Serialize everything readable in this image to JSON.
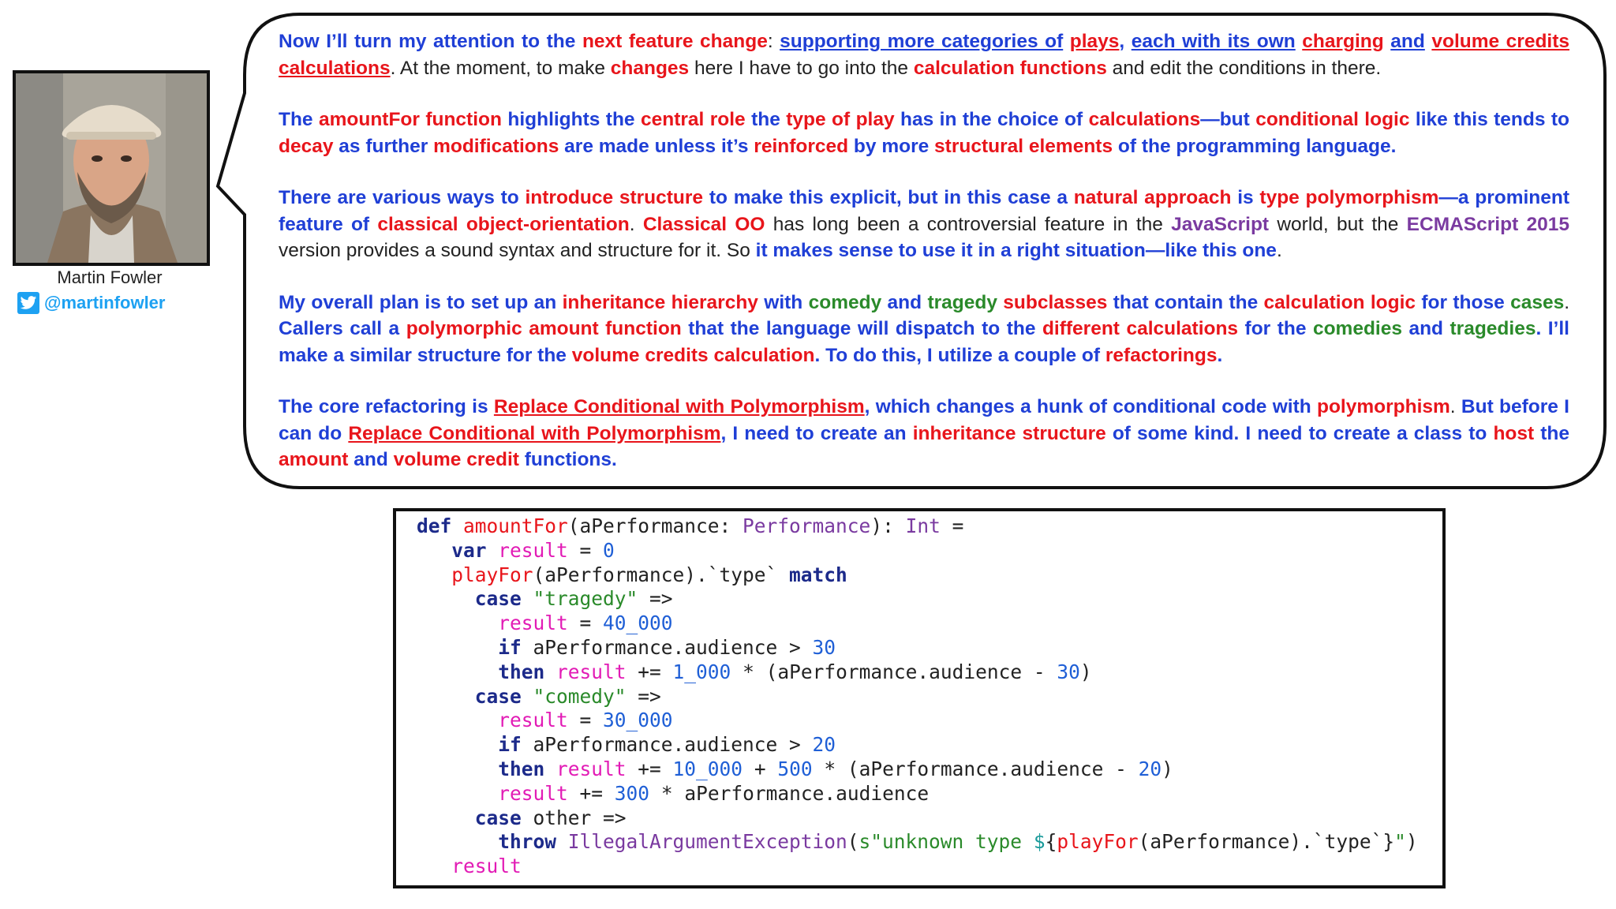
{
  "author": {
    "name": "Martin Fowler",
    "handle": "@martinfowler"
  },
  "colors": {
    "blue": "#1f3fd6",
    "red": "#e8151b",
    "green": "#2a8a2a",
    "purple": "#7a3aa0",
    "twitter": "#1da1f2"
  },
  "paragraphs": [
    [
      {
        "t": "Now I’ll turn my attention to the ",
        "c": "b"
      },
      {
        "t": "next feature change",
        "c": "r"
      },
      {
        "t": ": ",
        "c": "k"
      },
      {
        "t": "supporting more categories of",
        "c": "b u"
      },
      {
        "t": " ",
        "c": "k"
      },
      {
        "t": "plays",
        "c": "r u"
      },
      {
        "t": ", ",
        "c": "b"
      },
      {
        "t": "each with its own",
        "c": "b u"
      },
      {
        "t": " ",
        "c": "k"
      },
      {
        "t": "charging",
        "c": "r u"
      },
      {
        "t": " ",
        "c": "k"
      },
      {
        "t": "and",
        "c": "b u"
      },
      {
        "t": " ",
        "c": "k"
      },
      {
        "t": "volume credits calculations",
        "c": "r u"
      },
      {
        "t": ". At the moment, to make ",
        "c": "k"
      },
      {
        "t": "changes",
        "c": "r"
      },
      {
        "t": " here I have to go into the ",
        "c": "k"
      },
      {
        "t": "calculation functions",
        "c": "r"
      },
      {
        "t": " and edit the conditions in there.",
        "c": "k"
      }
    ],
    [
      {
        "t": "The ",
        "c": "b"
      },
      {
        "t": "amountFor function",
        "c": "r"
      },
      {
        "t": " highlights the ",
        "c": "b"
      },
      {
        "t": "central role",
        "c": "r"
      },
      {
        "t": " the ",
        "c": "b"
      },
      {
        "t": "type of play",
        "c": "r"
      },
      {
        "t": " has in the choice of ",
        "c": "b"
      },
      {
        "t": "calculations",
        "c": "r"
      },
      {
        "t": "—but ",
        "c": "b"
      },
      {
        "t": "conditional logic",
        "c": "r"
      },
      {
        "t": " like this tends to ",
        "c": "b"
      },
      {
        "t": "decay",
        "c": "r"
      },
      {
        "t": " as further ",
        "c": "b"
      },
      {
        "t": "modifications",
        "c": "r"
      },
      {
        "t": " are made unless it’s ",
        "c": "b"
      },
      {
        "t": "reinforced",
        "c": "r"
      },
      {
        "t": " by more ",
        "c": "b"
      },
      {
        "t": "structural elements",
        "c": "r"
      },
      {
        "t": " of the programming language.",
        "c": "b"
      }
    ],
    [
      {
        "t": "There are various ways to ",
        "c": "b"
      },
      {
        "t": "introduce structure",
        "c": "r"
      },
      {
        "t": " to make this explicit, but in this case a ",
        "c": "b"
      },
      {
        "t": "natural approach",
        "c": "r"
      },
      {
        "t": " is ",
        "c": "b"
      },
      {
        "t": "type polymorphism",
        "c": "r"
      },
      {
        "t": "—a prominent feature of ",
        "c": "b"
      },
      {
        "t": "classical object-orientation",
        "c": "r"
      },
      {
        "t": ". ",
        "c": "k"
      },
      {
        "t": "Classical OO",
        "c": "r"
      },
      {
        "t": " has long been a controversial feature in the ",
        "c": "k"
      },
      {
        "t": "JavaScript",
        "c": "p"
      },
      {
        "t": " world, but the ",
        "c": "k"
      },
      {
        "t": "ECMAScript 2015",
        "c": "p"
      },
      {
        "t": " version provides a sound syntax and structure for it. So ",
        "c": "k"
      },
      {
        "t": "it makes sense to use it in a right situation—like this one",
        "c": "b"
      },
      {
        "t": ".",
        "c": "k"
      }
    ],
    [
      {
        "t": "My overall plan is to set up an ",
        "c": "b"
      },
      {
        "t": "inheritance hierarchy",
        "c": "r"
      },
      {
        "t": " with ",
        "c": "b"
      },
      {
        "t": "comedy",
        "c": "g"
      },
      {
        "t": " and ",
        "c": "b"
      },
      {
        "t": "tragedy",
        "c": "g"
      },
      {
        "t": " ",
        "c": "b"
      },
      {
        "t": "subclasses",
        "c": "r"
      },
      {
        "t": " that contain the ",
        "c": "b"
      },
      {
        "t": "calculation logic",
        "c": "r"
      },
      {
        "t": " for those ",
        "c": "b"
      },
      {
        "t": "cases",
        "c": "g"
      },
      {
        "t": ". ",
        "c": "k"
      },
      {
        "t": "Callers call a ",
        "c": "b"
      },
      {
        "t": "polymorphic amount function",
        "c": "r"
      },
      {
        "t": " that the language will dispatch to the ",
        "c": "b"
      },
      {
        "t": "different calculations",
        "c": "r"
      },
      {
        "t": " for the ",
        "c": "b"
      },
      {
        "t": "comedies",
        "c": "g"
      },
      {
        "t": " and ",
        "c": "b"
      },
      {
        "t": "tragedies",
        "c": "g"
      },
      {
        "t": ". I’ll make a similar structure for the ",
        "c": "b"
      },
      {
        "t": "volume credits calculation",
        "c": "r"
      },
      {
        "t": ". To do this, I utilize a couple of ",
        "c": "b"
      },
      {
        "t": "refactorings",
        "c": "r"
      },
      {
        "t": ".",
        "c": "b"
      }
    ],
    [
      {
        "t": "The core refactoring is ",
        "c": "b"
      },
      {
        "t": "Replace Conditional with Polymorphism",
        "c": "r u"
      },
      {
        "t": ", which changes a hunk of conditional code with ",
        "c": "b"
      },
      {
        "t": "polymorphism",
        "c": "r"
      },
      {
        "t": ". ",
        "c": "k"
      },
      {
        "t": "But before I can do ",
        "c": "b"
      },
      {
        "t": "Replace Conditional with Polymorphism",
        "c": "r u"
      },
      {
        "t": ", I need to create an ",
        "c": "b"
      },
      {
        "t": "inheritance structure",
        "c": "r"
      },
      {
        "t": " of some kind. I need to create a class to ",
        "c": "b"
      },
      {
        "t": "host",
        "c": "r"
      },
      {
        "t": " the ",
        "c": "b"
      },
      {
        "t": "amount",
        "c": "r"
      },
      {
        "t": " and ",
        "c": "b"
      },
      {
        "t": "volume credit",
        "c": "r"
      },
      {
        "t": " functions.",
        "c": "b"
      }
    ]
  ],
  "code": [
    [
      {
        "t": "def ",
        "c": "ck"
      },
      {
        "t": "amountFor",
        "c": "cf"
      },
      {
        "t": "(aPerformance: ",
        "c": ""
      },
      {
        "t": "Performance",
        "c": "ct"
      },
      {
        "t": "): ",
        "c": ""
      },
      {
        "t": "Int",
        "c": "ct"
      },
      {
        "t": " =",
        "c": ""
      }
    ],
    [
      {
        "t": "   var ",
        "c": "ck"
      },
      {
        "t": "result",
        "c": "cv"
      },
      {
        "t": " = ",
        "c": ""
      },
      {
        "t": "0",
        "c": "cn"
      }
    ],
    [
      {
        "t": "   ",
        "c": ""
      },
      {
        "t": "playFor",
        "c": "cf"
      },
      {
        "t": "(aPerformance).`type` ",
        "c": ""
      },
      {
        "t": "match",
        "c": "ck"
      }
    ],
    [
      {
        "t": "     case ",
        "c": "ck"
      },
      {
        "t": "\"tragedy\"",
        "c": "cs"
      },
      {
        "t": " =>",
        "c": ""
      }
    ],
    [
      {
        "t": "       ",
        "c": ""
      },
      {
        "t": "result",
        "c": "cv"
      },
      {
        "t": " = ",
        "c": ""
      },
      {
        "t": "40_000",
        "c": "cn"
      }
    ],
    [
      {
        "t": "       if ",
        "c": "ck"
      },
      {
        "t": "aPerformance.audience > ",
        "c": ""
      },
      {
        "t": "30",
        "c": "cn"
      }
    ],
    [
      {
        "t": "       then ",
        "c": "ck"
      },
      {
        "t": "result",
        "c": "cv"
      },
      {
        "t": " += ",
        "c": ""
      },
      {
        "t": "1_000",
        "c": "cn"
      },
      {
        "t": " * (aPerformance.audience - ",
        "c": ""
      },
      {
        "t": "30",
        "c": "cn"
      },
      {
        "t": ")",
        "c": ""
      }
    ],
    [
      {
        "t": "     case ",
        "c": "ck"
      },
      {
        "t": "\"comedy\"",
        "c": "cs"
      },
      {
        "t": " =>",
        "c": ""
      }
    ],
    [
      {
        "t": "       ",
        "c": ""
      },
      {
        "t": "result",
        "c": "cv"
      },
      {
        "t": " = ",
        "c": ""
      },
      {
        "t": "30_000",
        "c": "cn"
      }
    ],
    [
      {
        "t": "       if ",
        "c": "ck"
      },
      {
        "t": "aPerformance.audience > ",
        "c": ""
      },
      {
        "t": "20",
        "c": "cn"
      }
    ],
    [
      {
        "t": "       then ",
        "c": "ck"
      },
      {
        "t": "result",
        "c": "cv"
      },
      {
        "t": " += ",
        "c": ""
      },
      {
        "t": "10_000",
        "c": "cn"
      },
      {
        "t": " + ",
        "c": ""
      },
      {
        "t": "500",
        "c": "cn"
      },
      {
        "t": " * (aPerformance.audience - ",
        "c": ""
      },
      {
        "t": "20",
        "c": "cn"
      },
      {
        "t": ")",
        "c": ""
      }
    ],
    [
      {
        "t": "       ",
        "c": ""
      },
      {
        "t": "result",
        "c": "cv"
      },
      {
        "t": " += ",
        "c": ""
      },
      {
        "t": "300",
        "c": "cn"
      },
      {
        "t": " * aPerformance.audience",
        "c": ""
      }
    ],
    [
      {
        "t": "     case ",
        "c": "ck"
      },
      {
        "t": "other =>",
        "c": ""
      }
    ],
    [
      {
        "t": "       throw ",
        "c": "ck"
      },
      {
        "t": "IllegalArgumentException",
        "c": "ct"
      },
      {
        "t": "(",
        "c": ""
      },
      {
        "t": "s\"unknown type ",
        "c": "cs"
      },
      {
        "t": "$",
        "c": "cd"
      },
      {
        "t": "{",
        "c": ""
      },
      {
        "t": "playFor",
        "c": "cf"
      },
      {
        "t": "(aPerformance).`type`}",
        "c": ""
      },
      {
        "t": "\"",
        "c": "cs"
      },
      {
        "t": ")",
        "c": ""
      }
    ],
    [
      {
        "t": "   ",
        "c": ""
      },
      {
        "t": "result",
        "c": "cv"
      }
    ]
  ]
}
